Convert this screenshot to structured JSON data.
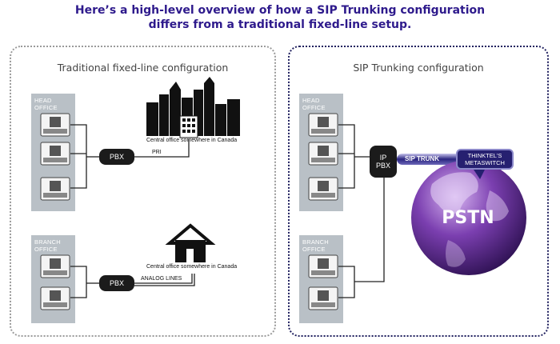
{
  "title": {
    "line1": "Here’s a high-level overview of how a SIP Trunking configuration",
    "line2": "differs from a traditional fixed-line setup."
  },
  "traditional": {
    "title": "Traditional fixed-line configuration",
    "head_office": "HEAD OFFICE",
    "branch_office": "BRANCH OFFICE",
    "pbx_head": "PBX",
    "pbx_branch": "PBX",
    "pri_label": "PRI",
    "city_caption": "Central office somewhere in Canada",
    "house_caption": "Central office somewhere in Canada",
    "analog_label": "ANALOG LINES"
  },
  "sip": {
    "title": "SIP Trunking configuration",
    "head_office": "HEAD OFFICE",
    "branch_office": "BRANCH OFFICE",
    "ip_pbx_line1": "IP",
    "ip_pbx_line2": "PBX",
    "trunk_label": "SIP TRUNK",
    "metaswitch_line1": "THINKTEL'S",
    "metaswitch_line2": "METASWITCH",
    "pstn": "PSTN"
  },
  "colors": {
    "title": "#2e1a8c",
    "office_bg": "#b9c0c6",
    "pbx": "#1b1b1b",
    "sip_border": "#1f1f5e",
    "globe_dark": "#3a1a6e",
    "globe_light": "#c89ce8"
  }
}
